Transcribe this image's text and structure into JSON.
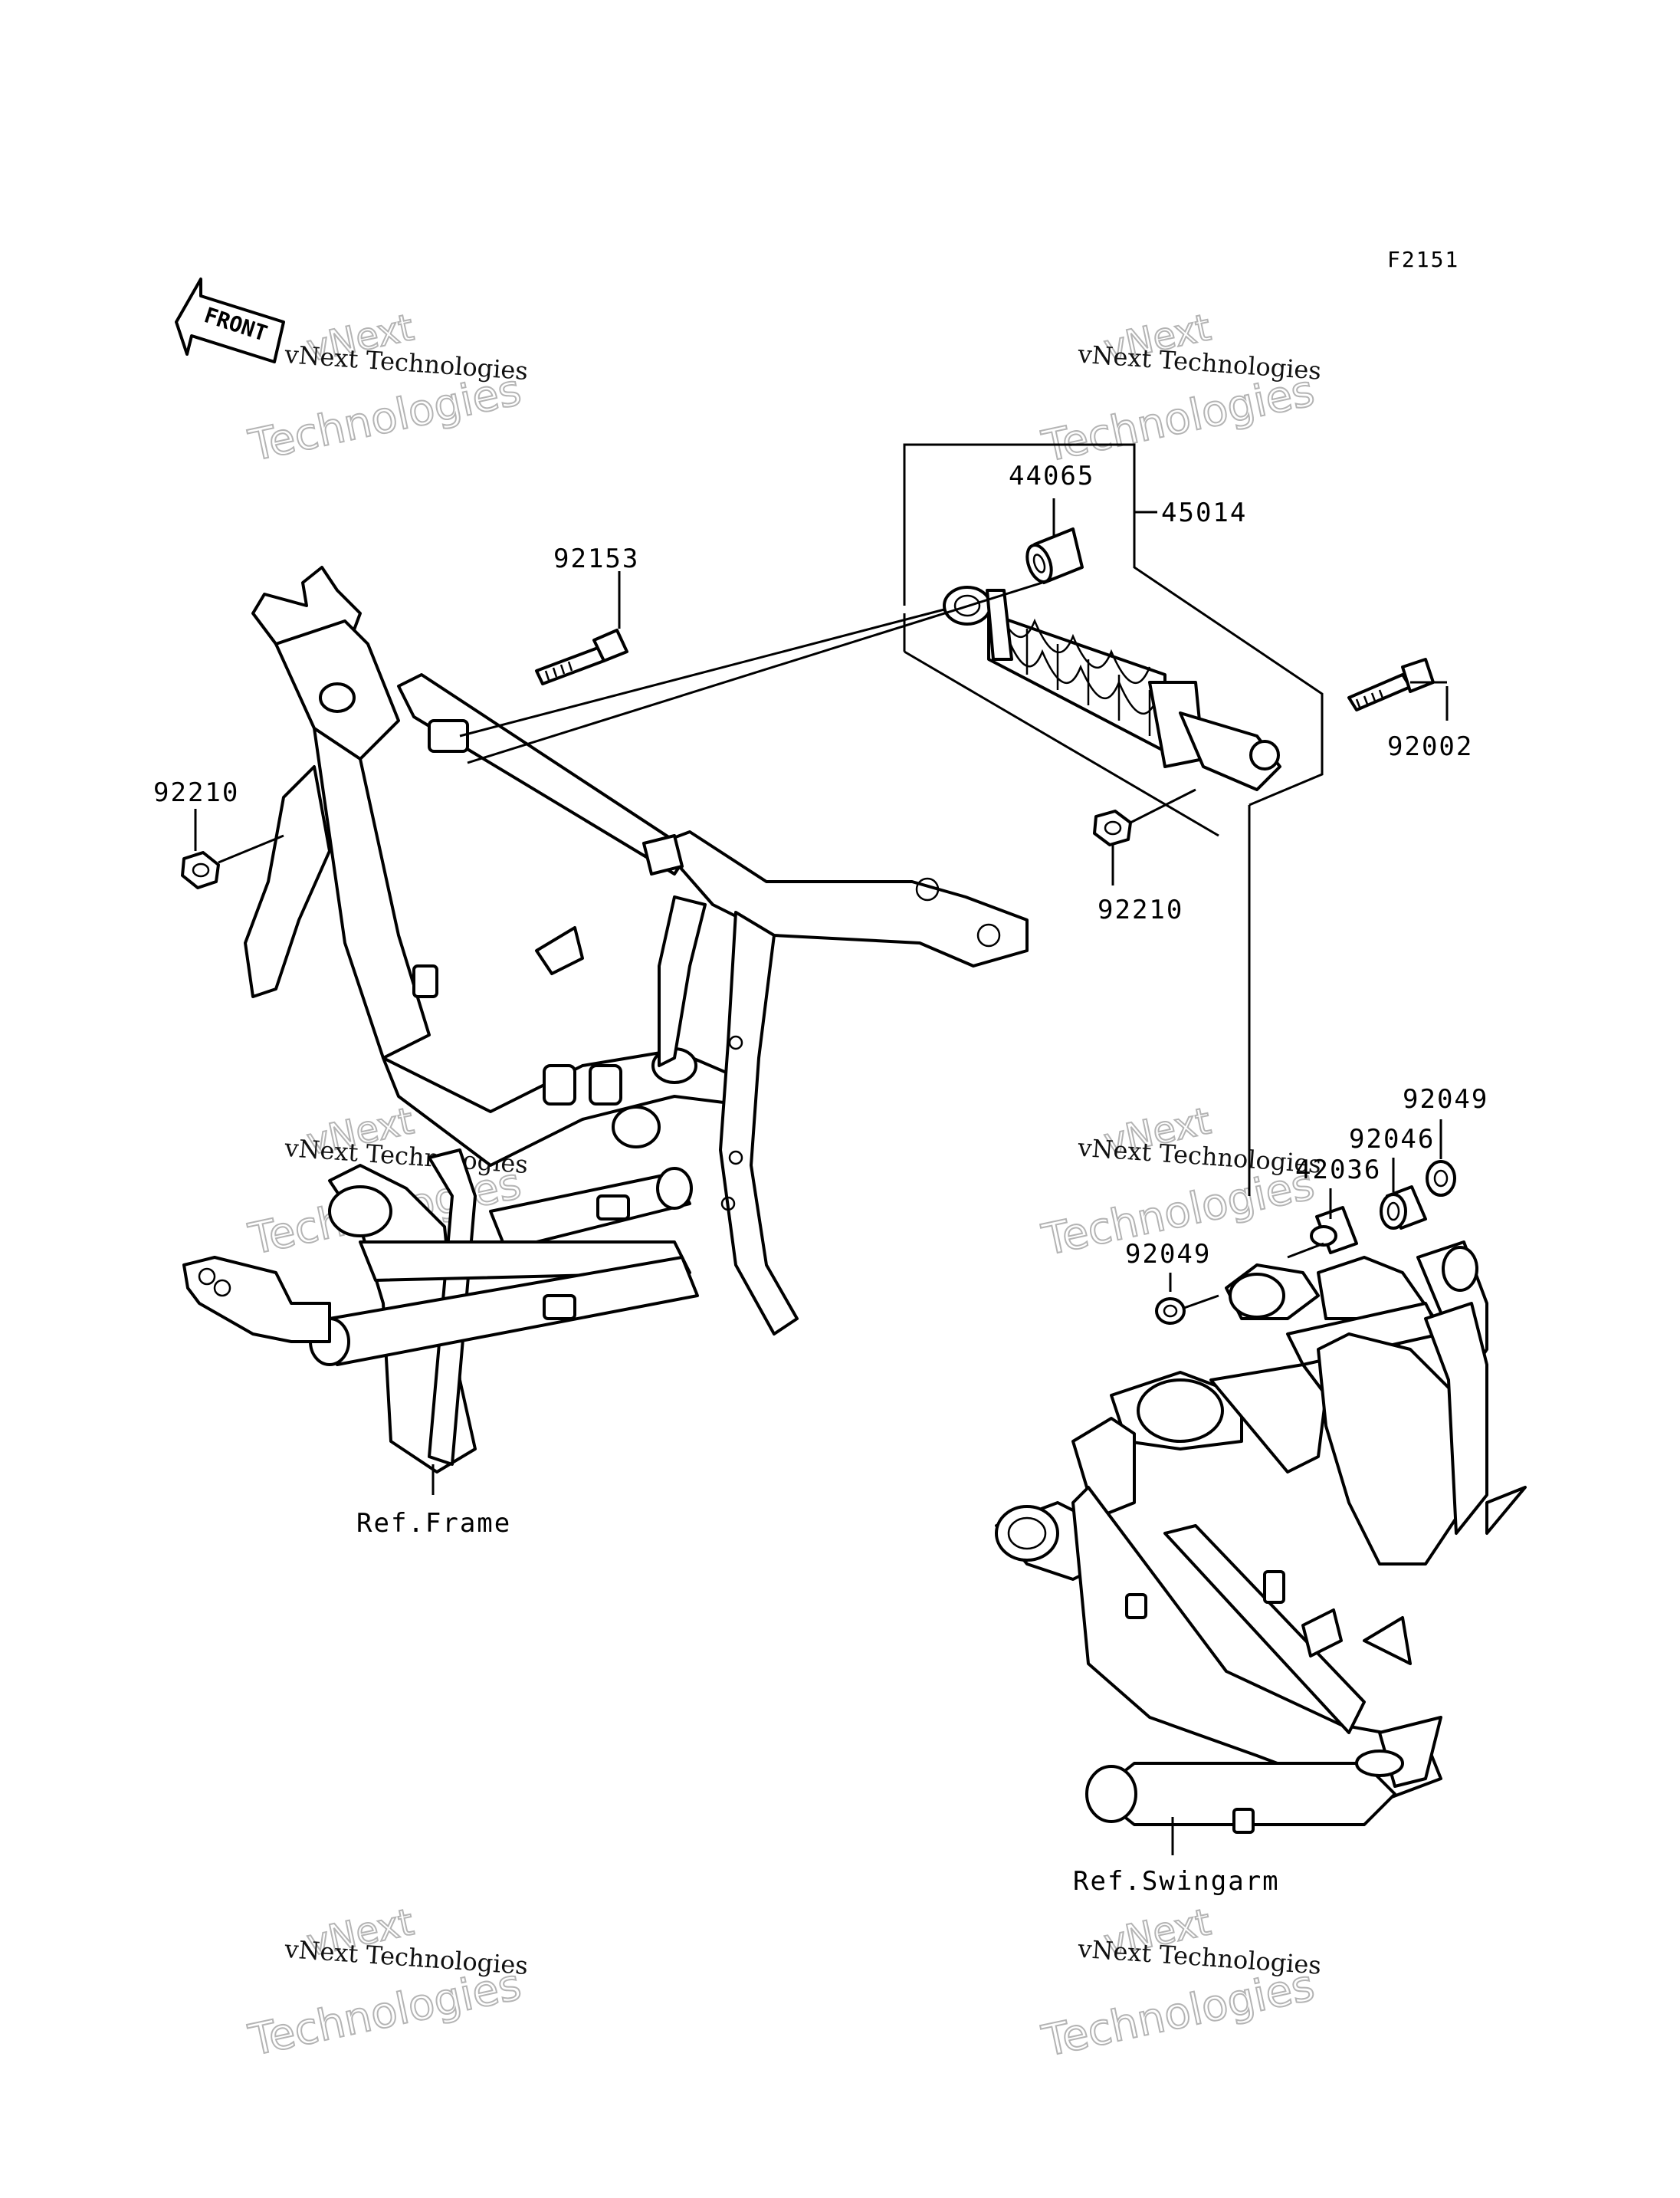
{
  "figure_code": "F2151",
  "front_arrow_label": "FRONT",
  "watermark": {
    "company": "vNext Technologies",
    "word1": "vNext",
    "word2": "Technologies"
  },
  "callouts": {
    "c92153": "92153",
    "c92210_left": "92210",
    "c44065": "44065",
    "c45014": "45014",
    "c92002": "92002",
    "c92210_right": "92210",
    "c92049_top": "92049",
    "c92046": "92046",
    "c42036": "42036",
    "c92049_left": "92049"
  },
  "references": {
    "frame": "Ref.Frame",
    "swingarm": "Ref.Swingarm"
  }
}
